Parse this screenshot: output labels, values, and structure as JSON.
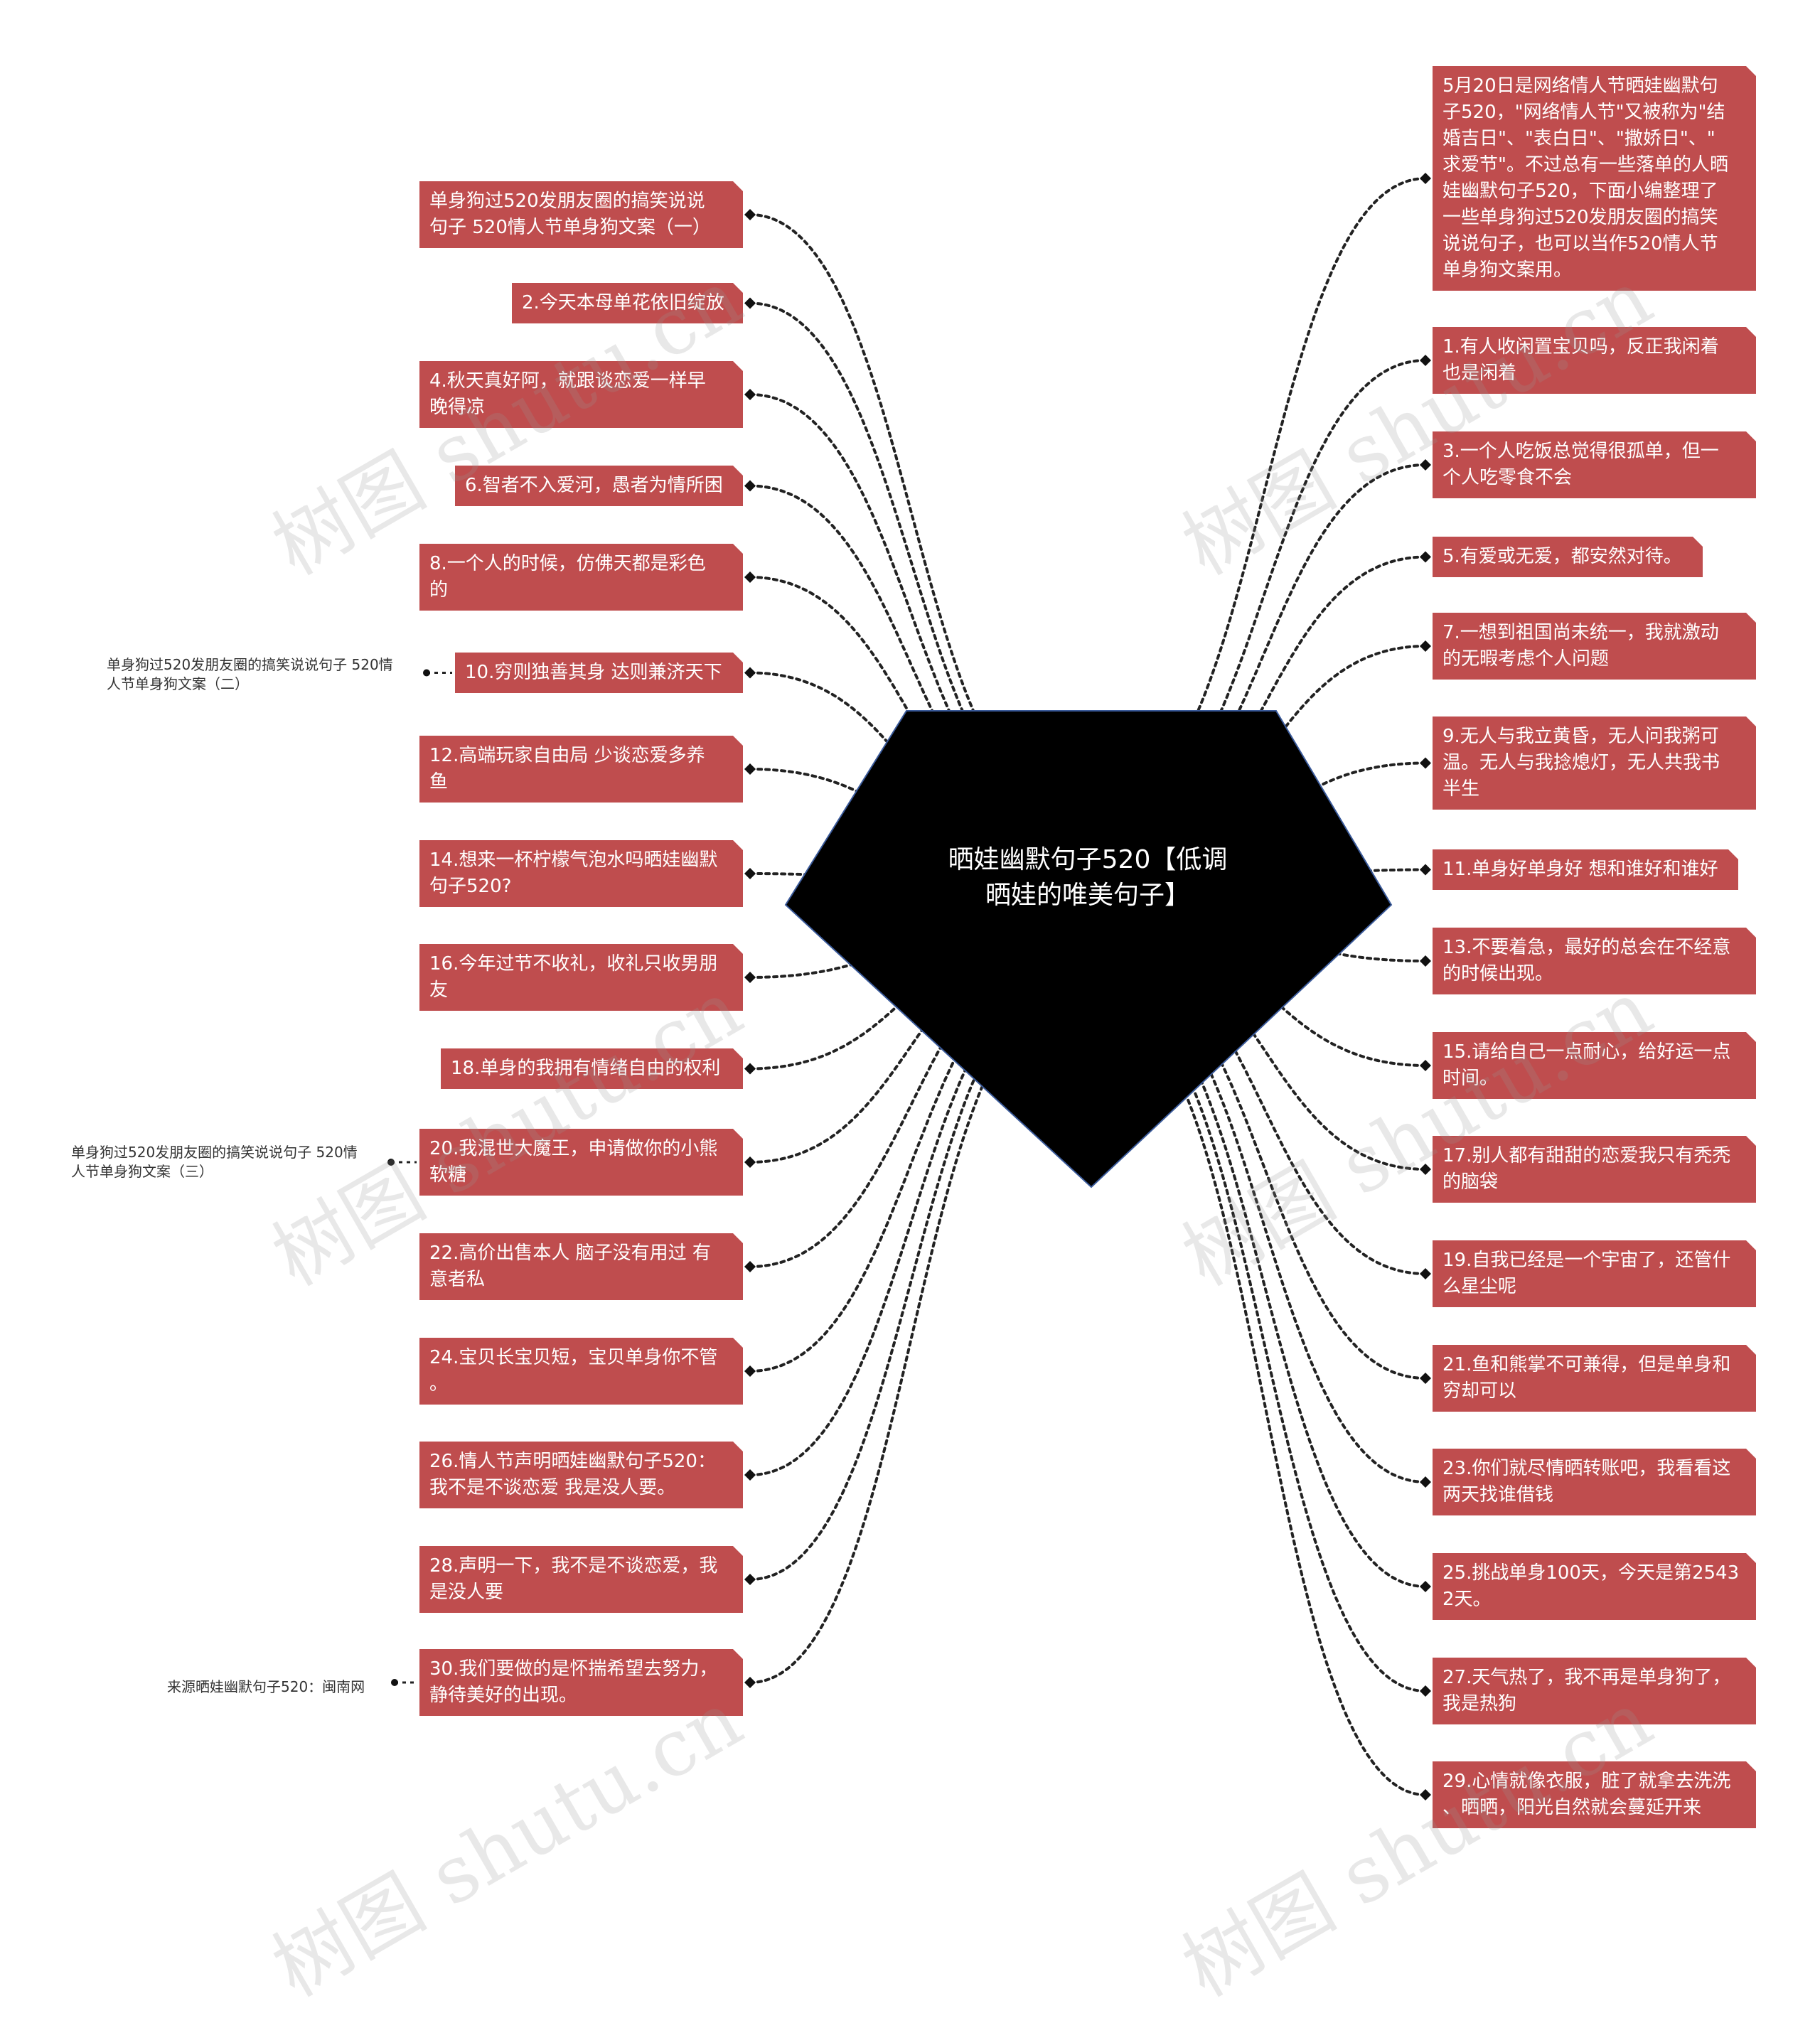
{
  "center": {
    "lines": [
      "晒娃幽默句子520【低调",
      "晒娃的唯美句子】"
    ]
  },
  "left_nodes": [
    {
      "lines": [
        "单身狗过520发朋友圈的搞笑说说",
        "句子 520情人节单身狗文案（一）"
      ]
    },
    {
      "lines": [
        "2.今天本母单花依旧绽放"
      ]
    },
    {
      "lines": [
        "4.秋天真好阿，就跟谈恋爱一样早",
        "晚得凉"
      ]
    },
    {
      "lines": [
        "6.智者不入爱河，愚者为情所困"
      ]
    },
    {
      "lines": [
        "8.一个人的时候，仿佛天都是彩色",
        "的"
      ]
    },
    {
      "lines": [
        "10.穷则独善其身 达则兼济天下"
      ]
    },
    {
      "lines": [
        "12.高端玩家自由局 少谈恋爱多养",
        "鱼"
      ]
    },
    {
      "lines": [
        "14.想来一杯柠檬气泡水吗晒娃幽默",
        "句子520?"
      ]
    },
    {
      "lines": [
        "16.今年过节不收礼，收礼只收男朋",
        "友"
      ]
    },
    {
      "lines": [
        "18.单身的我拥有情绪自由的权利"
      ]
    },
    {
      "lines": [
        "20.我混世大魔王，申请做你的小熊",
        "软糖"
      ]
    },
    {
      "lines": [
        "22.高价出售本人 脑子没有用过 有",
        "意者私"
      ]
    },
    {
      "lines": [
        "24.宝贝长宝贝短，宝贝单身你不管",
        "。"
      ]
    },
    {
      "lines": [
        "26.情人节声明晒娃幽默句子520：",
        "我不是不谈恋爱 我是没人要。"
      ]
    },
    {
      "lines": [
        "28.声明一下，我不是不谈恋爱，我",
        "是没人要"
      ]
    },
    {
      "lines": [
        "30.我们要做的是怀揣希望去努力，",
        "静待美好的出现。"
      ]
    }
  ],
  "right_nodes": [
    {
      "lines": [
        "5月20日是网络情人节晒娃幽默句",
        "子520，\"网络情人节\"又被称为\"结",
        "婚吉日\"、\"表白日\"、\"撒娇日\"、\"",
        "求爱节\"。不过总有一些落单的人晒",
        "娃幽默句子520，下面小编整理了",
        "一些单身狗过520发朋友圈的搞笑",
        "说说句子，也可以当作520情人节",
        "单身狗文案用。"
      ]
    },
    {
      "lines": [
        "1.有人收闲置宝贝吗，反正我闲着",
        "也是闲着"
      ]
    },
    {
      "lines": [
        "3.一个人吃饭总觉得很孤单，但一",
        "个人吃零食不会"
      ]
    },
    {
      "lines": [
        "5.有爱或无爱，都安然对待。"
      ]
    },
    {
      "lines": [
        "7.一想到祖国尚未统一，我就激动",
        "的无暇考虑个人问题"
      ]
    },
    {
      "lines": [
        "9.无人与我立黄昏，无人问我粥可",
        "温。无人与我捻熄灯，无人共我书",
        "半生"
      ]
    },
    {
      "lines": [
        "11.单身好单身好 想和谁好和谁好"
      ]
    },
    {
      "lines": [
        "13.不要着急，最好的总会在不经意",
        "的时候出现。"
      ]
    },
    {
      "lines": [
        "15.请给自己一点耐心，给好运一点",
        "时间。"
      ]
    },
    {
      "lines": [
        "17.别人都有甜甜的恋爱我只有秃秃",
        "的脑袋"
      ]
    },
    {
      "lines": [
        "19.自我已经是一个宇宙了，还管什",
        "么星尘呢"
      ]
    },
    {
      "lines": [
        "21.鱼和熊掌不可兼得，但是单身和",
        "穷却可以"
      ]
    },
    {
      "lines": [
        "23.你们就尽情晒转账吧，我看看这",
        "两天找谁借钱"
      ]
    },
    {
      "lines": [
        "25.挑战单身100天，今天是第2543",
        "2天。"
      ]
    },
    {
      "lines": [
        "27.天气热了，我不再是单身狗了，",
        "我是热狗"
      ]
    },
    {
      "lines": [
        "29.心情就像衣服，脏了就拿去洗洗",
        "、晒晒，阳光自然就会蔓延开来"
      ]
    }
  ],
  "leaf_nodes": [
    {
      "lines": [
        "单身狗过520发朋友圈的搞笑说说句子 520情",
        "人节单身狗文案（二）"
      ]
    },
    {
      "lines": [
        "单身狗过520发朋友圈的搞笑说说句子 520情",
        "人节单身狗文案（三）"
      ]
    },
    {
      "lines": [
        "来源晒娃幽默句子520：闽南网"
      ]
    }
  ],
  "watermarks": [
    "树图 shutu.cn",
    "树图 shutu.cn",
    "树图 shutu.cn",
    "树图 shutu.cn",
    "树图 shutu.cn",
    "树图 shutu.cn"
  ],
  "colors": {
    "node_fill": "#bf4d4e",
    "center_fill": "#000000",
    "link": "#222222"
  }
}
